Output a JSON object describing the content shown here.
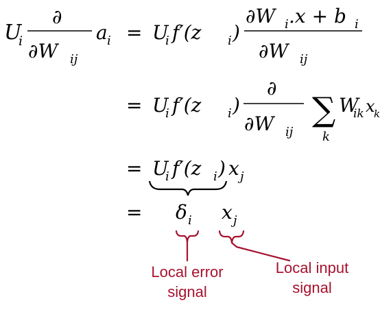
{
  "equation": {
    "row1_lhs": {
      "U": "U",
      "U_sub": "i",
      "partial": "∂",
      "W": "∂W",
      "W_sub": "ij",
      "a": "a",
      "a_sub": "i"
    },
    "row1_rhs": {
      "U": "U",
      "U_sub": "i",
      "f": "f′(z",
      "f_sub": "i",
      "f_close": ")",
      "num": "∂W",
      "num_sub": "i",
      "num_rest": ".x + b",
      "num_rest_sub": "i",
      "den": "∂W",
      "den_sub": "ij"
    },
    "row2_rhs": {
      "U": "U",
      "U_sub": "i",
      "f": "f′(z",
      "f_sub": "i",
      "f_close": ")",
      "partial": "∂",
      "den": "∂W",
      "den_sub": "ij",
      "sum": "∑",
      "sum_index": "k",
      "term": "W",
      "term_sub": "ik",
      "term2": "x",
      "term2_sub": "k"
    },
    "row3_rhs": {
      "U": "U",
      "U_sub": "i",
      "f": "f′(z",
      "f_sub": "i",
      "f_close": ")",
      "x": "x",
      "x_sub": "j"
    },
    "row4_rhs": {
      "delta": "δ",
      "delta_sub": "i",
      "x": "x",
      "x_sub": "j"
    },
    "equals": "="
  },
  "annotations": {
    "color": "#A6122E",
    "local_error": {
      "line1": "Local error",
      "line2": "signal"
    },
    "local_input": {
      "line1": "Local input",
      "line2": "signal"
    }
  }
}
